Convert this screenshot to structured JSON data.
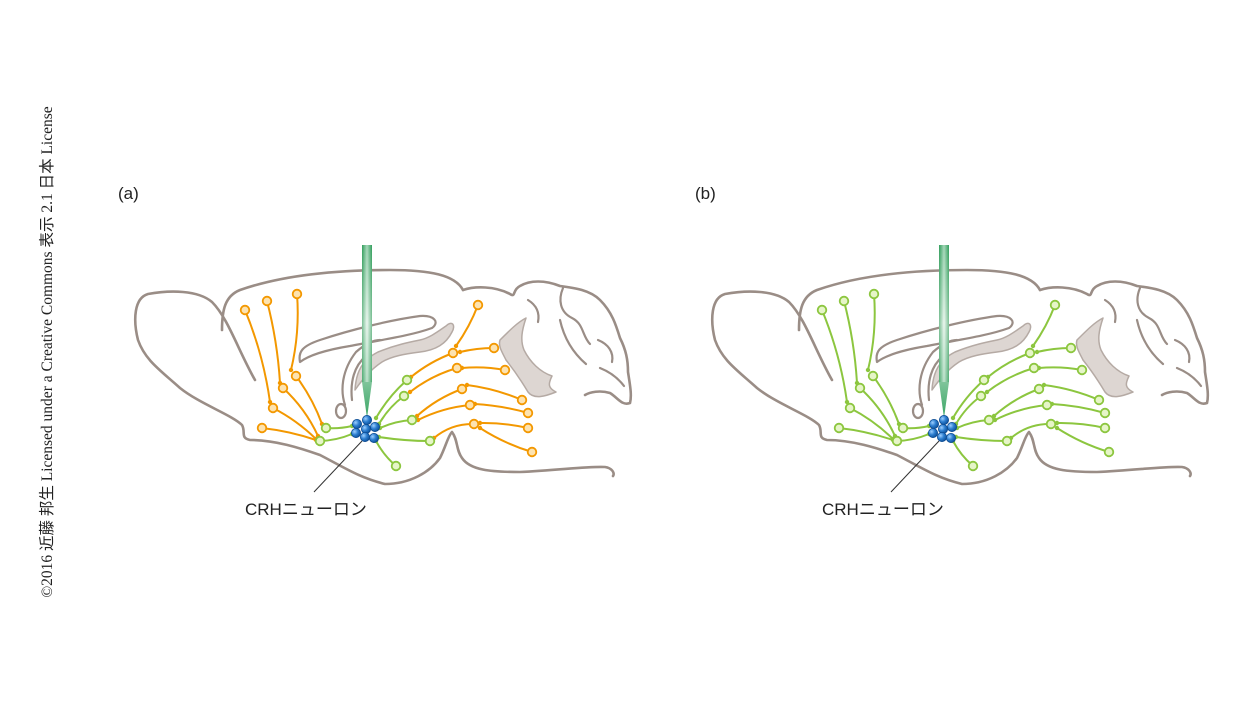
{
  "credit": "©2016 近藤 邦生 Licensed under a Creative Commons 表示 2.1 日本 License",
  "panels": [
    {
      "label": "(a)",
      "neuron_label": "CRHニューロン",
      "mode": "mixed"
    },
    {
      "label": "(b)",
      "neuron_label": "CRHニューロン",
      "mode": "green"
    }
  ],
  "colors": {
    "outline": "#9a8d86",
    "orange": "#f39800",
    "orange_fill": "#fde3b0",
    "green": "#8cc63f",
    "green_fill": "#e6f5c8",
    "blue": "#1e6fc0",
    "needle": "#3aa565",
    "tissue": "#ddd6d2"
  }
}
